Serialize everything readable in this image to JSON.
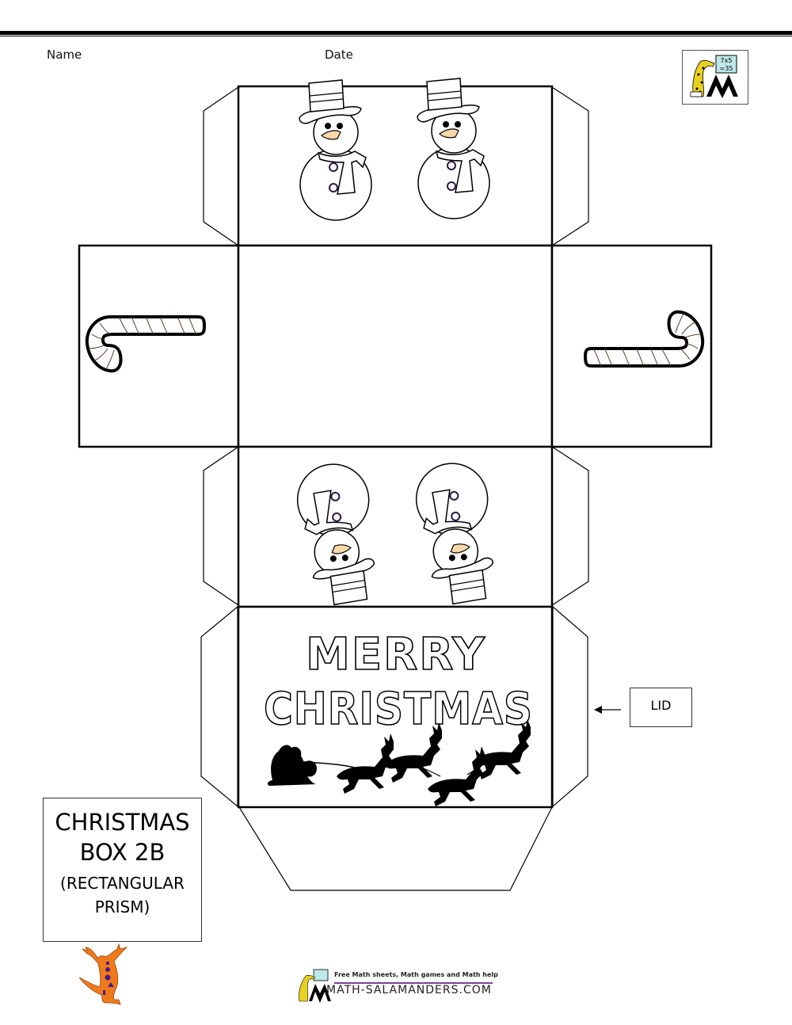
{
  "header": {
    "name_label": "Name",
    "date_label": "Date"
  },
  "logo": {
    "icon": "salamander-blackboard-logo-icon",
    "board_text_line1": "7x5",
    "board_text_line2": "=35"
  },
  "net": {
    "top_face": {
      "decoration": "two-snowmen-upright"
    },
    "left_face": {
      "decoration": "candy-cane"
    },
    "center_face": {
      "decoration": "blank"
    },
    "right_face": {
      "decoration": "candy-cane-mirrored"
    },
    "bottom_face": {
      "decoration": "two-snowmen-upside-down"
    },
    "lid_face": {
      "line1": "MERRY",
      "line2": "CHRISTMAS",
      "decoration": "santa-sleigh-and-reindeer"
    }
  },
  "lid_callout": {
    "label": "LID",
    "arrow": "left-arrow-icon"
  },
  "title_box": {
    "line1": "CHRISTMAS",
    "line2": "BOX 2B",
    "line3": "(RECTANGULAR",
    "line4": "PRISM)"
  },
  "footer": {
    "tagline": "Free Math sheets, Math games and Math help",
    "site": "MATH-SALAMANDERS.COM"
  },
  "colors": {
    "ink": "#000000",
    "carrot": "#f0a040",
    "salamander_orange": "#f07a1a",
    "salamander_spots": "#4a1a8a",
    "footer_bar": "#7b3fa0",
    "leopard_yellow": "#e8d020"
  }
}
